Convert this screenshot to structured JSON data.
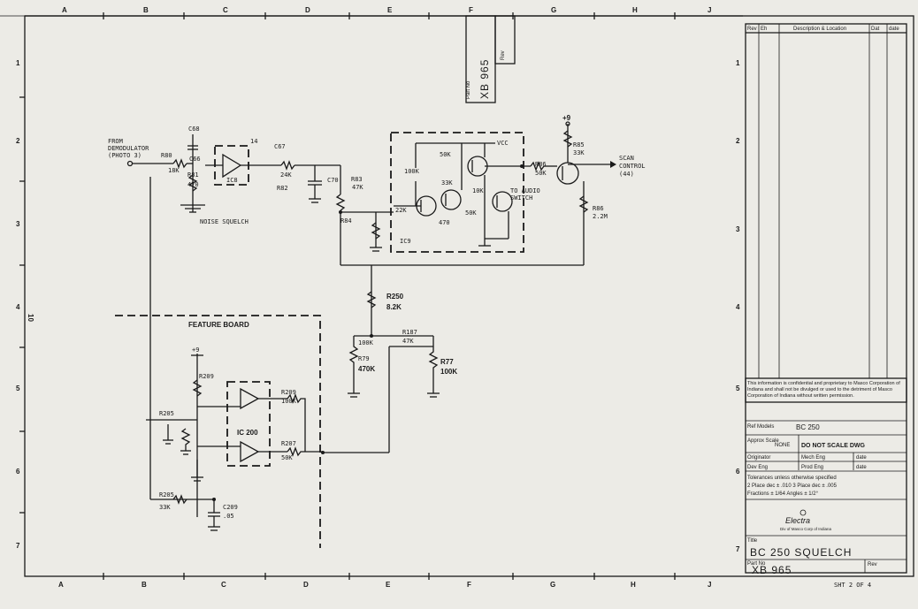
{
  "sheet": {
    "page_number": "10",
    "sheet_label": "SHT 2 OF 4",
    "columns": [
      "A",
      "B",
      "C",
      "D",
      "E",
      "F",
      "G",
      "H",
      "J"
    ],
    "rows": [
      "1",
      "2",
      "3",
      "4",
      "5",
      "6",
      "7"
    ]
  },
  "part_tab": {
    "label": "Part No",
    "number": "XB 965",
    "rev": "Rev"
  },
  "schematic": {
    "from_label": "FROM",
    "from_source": "DEMODULATOR",
    "from_ref": "(PHOTO 3)",
    "noise_squelch": "NOISE SQUELCH",
    "feature_board": "FEATURE BOARD",
    "scan_control": "SCAN",
    "scan_control2": "CONTROL",
    "scan_ref": "(44)",
    "audio_switch": "TO AUDIO",
    "audio_switch2": "SWITCH",
    "supply": "+9",
    "vcc": "VCC",
    "components": {
      "ic8": "IC8",
      "ic9": "IC9",
      "ic200": "IC 200",
      "c68": "C68",
      "c66": "C66",
      "c67": "C67",
      "c70": "C70",
      "r80": "R80",
      "r81": "R81",
      "r82": "R82",
      "r83": "R83",
      "r84": "R84",
      "r85": "R85",
      "r86": "R86",
      "r250": "R250",
      "r250_val": "8.2K",
      "r277": "R77",
      "r277_val": "100K",
      "r187": "R187",
      "r187_val": "47K",
      "r279": "R79",
      "r279_val": "470K",
      "r209": "R209",
      "r207": "R207",
      "r205": "R205",
      "c209": "C209",
      "c209_val": ".05",
      "val_47k": "47K",
      "val_22k": "22K",
      "val_470": "470",
      "val_50k": "50K",
      "val_33k": "33K",
      "val_10k": "10K",
      "val_100k": "100K",
      "val_24k": "24K",
      "val_18k": "18K",
      "val_2_2m": "2.2M",
      "val_33m": "33K"
    }
  },
  "revision_block": {
    "headers": [
      "Rev",
      "Eh",
      "Description & Location",
      "Dat",
      "date"
    ]
  },
  "title_block": {
    "proprietary": "This information is confidential and proprietary to Masco Corporation of Indiana and shall not be divulged or used to the detriment of Masco Corporation of Indiana without written permission.",
    "ref_models_label": "Ref Models",
    "ref_models_value": "BC 250",
    "approx_scale_label": "Approx Scale",
    "approx_scale_value": "NONE",
    "do_not_scale": "DO NOT SCALE DWG",
    "originator_label": "Originator",
    "mech_eng": "Mech Eng",
    "dev_eng": "Dev Eng",
    "prod_eng": "Prod Eng",
    "date": "date",
    "tolerances_title": "Tolerances unless otherwise specified",
    "tol_line1": "2 Place dec ± .010   3 Place dec ± .005",
    "tol_line2": "Fractions ± 1/64   Angles ± 1/2°",
    "company": "Electra",
    "company_sub": "Div of Masco Corp of Indiana",
    "title_label": "Title",
    "title": "BC 250 SQUELCH",
    "part_label": "Part No",
    "part_number": "XB 965",
    "rev_label": "Rev"
  }
}
